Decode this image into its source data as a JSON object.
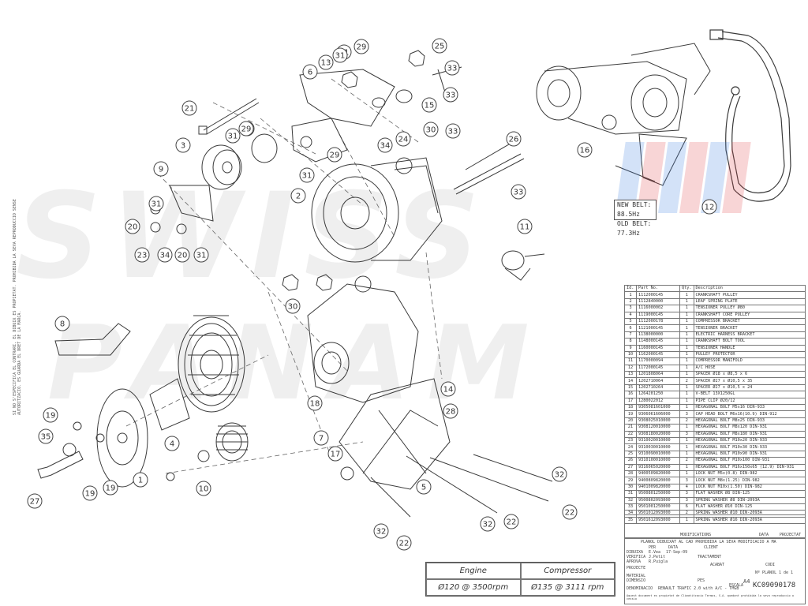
{
  "watermark": {
    "line1": "SWISS",
    "line2": "PANAM"
  },
  "side_note": "SI NO S'ESPECIFICA EL CONTRARI, EL DIBUIX ES PROPIETAT. PROHIBIDA LA SEVA REPRODUCCIO SENSE AUTORITZACIO. ES GUARDA EL DRET DE LA MARCA.",
  "belt_frequency": {
    "new": "NEW BELT: 88.5Hz",
    "old": "OLD BELT: 77.3Hz"
  },
  "callouts": [
    "1",
    "2",
    "3",
    "4",
    "5",
    "6",
    "7",
    "8",
    "9",
    "10",
    "11",
    "12",
    "13",
    "14",
    "15",
    "16",
    "17",
    "18",
    "19",
    "20",
    "21",
    "22",
    "23",
    "24",
    "25",
    "26",
    "27",
    "28",
    "29",
    "30",
    "31",
    "32",
    "33",
    "34",
    "35"
  ],
  "parts_table": {
    "headers": [
      "Id.",
      "Part No.",
      "Qty.",
      "Description"
    ],
    "rows": [
      [
        "1",
        "1112000145",
        "1",
        "CRANKSHAFT PULLEY"
      ],
      [
        "2",
        "1112840000",
        "1",
        "LEAF SPRING PLATE"
      ],
      [
        "3",
        "1116000002",
        "1",
        "TENSIONER PULLEY Ø80"
      ],
      [
        "4",
        "1119000145",
        "1",
        "CRANKSHAFT CORE PULLEY"
      ],
      [
        "5",
        "1112000178",
        "1",
        "COMPRESSOR BRACKET"
      ],
      [
        "6",
        "1121000145",
        "1",
        "TENSIONER BRACKET"
      ],
      [
        "7",
        "1138000000",
        "1",
        "ELECTRIC HARNESS BRACKET"
      ],
      [
        "8",
        "1148000145",
        "1",
        "CRANKSHAFT BOLT TOOL"
      ],
      [
        "9",
        "1160000145",
        "1",
        "TENSIONER HANDLE"
      ],
      [
        "10",
        "1162000145",
        "1",
        "PULLEY PROTECTOR"
      ],
      [
        "11",
        "1170000094",
        "1",
        "COMPRESSOR MANIFOLD"
      ],
      [
        "12",
        "1172000145",
        "1",
        "A/C HOSE"
      ],
      [
        "13",
        "1201808064",
        "1",
        "SPACER Ø18 x Ø8,5 x 6"
      ],
      [
        "14",
        "1202710064",
        "2",
        "SPACER Ø27 x Ø10,5 x 35"
      ],
      [
        "15",
        "1202710264",
        "1",
        "SPACER Ø27 x Ø10,5 x 24"
      ],
      [
        "16",
        "1264201250",
        "1",
        "V-BELT 13X1250GL"
      ],
      [
        "17",
        "1280022012",
        "1",
        "PIPE CLIP Ø20/12"
      ],
      [
        "18",
        "9305081601000",
        "1",
        "HEXAGONAL BOLT M5x16 DIN-933"
      ],
      [
        "19",
        "9306061606000",
        "3",
        "CAP HEAD BOLT M6x16(10.9) DIN-912"
      ],
      [
        "20",
        "9308025010000",
        "2",
        "HEXAGONAL BOLT M8x25 DIN-933"
      ],
      [
        "21",
        "9308120010000",
        "1",
        "HEXAGONAL BOLT M8x120 DIN-931"
      ],
      [
        "22",
        "9308180020000",
        "3",
        "HEXAGONAL BOLT M8x180 DIN-931"
      ],
      [
        "23",
        "9310020010000",
        "1",
        "HEXAGONAL BOLT M10x20 DIN-933"
      ],
      [
        "24",
        "9310030010000",
        "1",
        "HEXAGONAL BOLT M10x30 DIN-933"
      ],
      [
        "25",
        "9310090010000",
        "1",
        "HEXAGONAL BOLT M10x90 DIN-931"
      ],
      [
        "26",
        "9310100010000",
        "2",
        "HEXAGONAL BOLT M10x100 DIN-931"
      ],
      [
        "27",
        "9316065020000",
        "1",
        "HEXAGONAL BOLT M16x150x65 (12.9) DIN-931"
      ],
      [
        "28",
        "9400509820000",
        "1",
        "LOCK NUT M5x(0.8) DIN-982"
      ],
      [
        "29",
        "9400809820000",
        "3",
        "LOCK NUT M8x(1.25) DIN-982"
      ],
      [
        "30",
        "9401009820000",
        "4",
        "LOCK NUT M10x(1.50) DIN-982"
      ],
      [
        "31",
        "9500801250000",
        "3",
        "FLAT WASHER Ø8 DIN-125"
      ],
      [
        "32",
        "9500802093000",
        "3",
        "SPRING WASHER Ø8 DIN-2093A"
      ],
      [
        "33",
        "9501001250000",
        "6",
        "FLAT WASHER Ø10 DIN-125"
      ],
      [
        "34",
        "9501012093000",
        "2",
        "SPRING WASHER Ø10 DIN-2093A"
      ],
      [
        "35",
        "9501612093000",
        "1",
        "SPRING WASHER Ø16 DIN-2093A"
      ]
    ]
  },
  "title_block": {
    "modifications": "MODIFICATIONS",
    "date": "DATA",
    "project": "PROJECTAT",
    "notice": "PLANOL DIBUIXAT AL CAD PROHIBIDA LA SEVA MODIFICACIO A MA",
    "client": "CLIENT",
    "per": "PER",
    "data": "DATA",
    "dibuixa": "DIBUIXA",
    "dibuixa_name": "E.Vea",
    "dibuixa_date": "17-Sep-09",
    "verifica": "VERIFICA",
    "verifica_name": "J.Petit",
    "aprova": "APROVA",
    "aprova_name": "R.Puigla",
    "tractament": "TRACTAMENT",
    "projecte": "PROJECTE",
    "acabat": "ACABAT",
    "codi": "CODI",
    "material": "MATERIAL",
    "dimensio": "DIMENSIO",
    "pes": "PES",
    "escala": "ESCALA",
    "planol_no": "Nº PLANOL",
    "sheet": "1 de 1",
    "sheet_tag": "A4",
    "denominacio": "DENOMINACIO",
    "denomination": "RENAULT TRAFIC 2.0 with A/C - TMGB",
    "drawing_code": "KC09090178",
    "footer_note": "Aquest document es propietat de Climatitzacio Termos, S.A. quedant prohibida la seva reproduccio o cessio"
  },
  "spec_box": {
    "engine_label": "Engine",
    "compressor_label": "Compressor",
    "engine_value": "Ø120 @ 3500rpm",
    "compressor_value": "Ø135 @ 3111 rpm"
  }
}
